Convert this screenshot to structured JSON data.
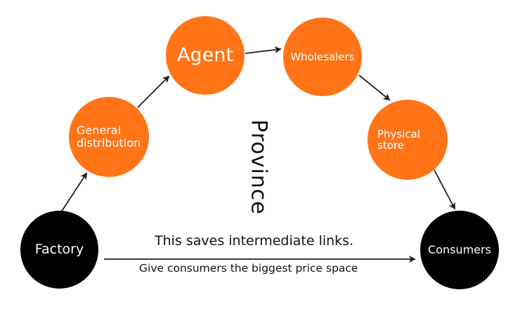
{
  "nodes": {
    "factory": "Factory",
    "general_line1": "General",
    "general_line2": "distribution",
    "agent": "Agent",
    "wholesalers": "Wholesalers",
    "physical_line1": "Physical",
    "physical_line2": "store",
    "consumers": "Consumers"
  },
  "labels": {
    "province": "Province",
    "saves_links": "This saves intermediate links.",
    "price_space": "Give consumers the biggest price space"
  },
  "colors": {
    "accent": "#ff7417",
    "dark": "#000000",
    "arrow": "#222222"
  }
}
